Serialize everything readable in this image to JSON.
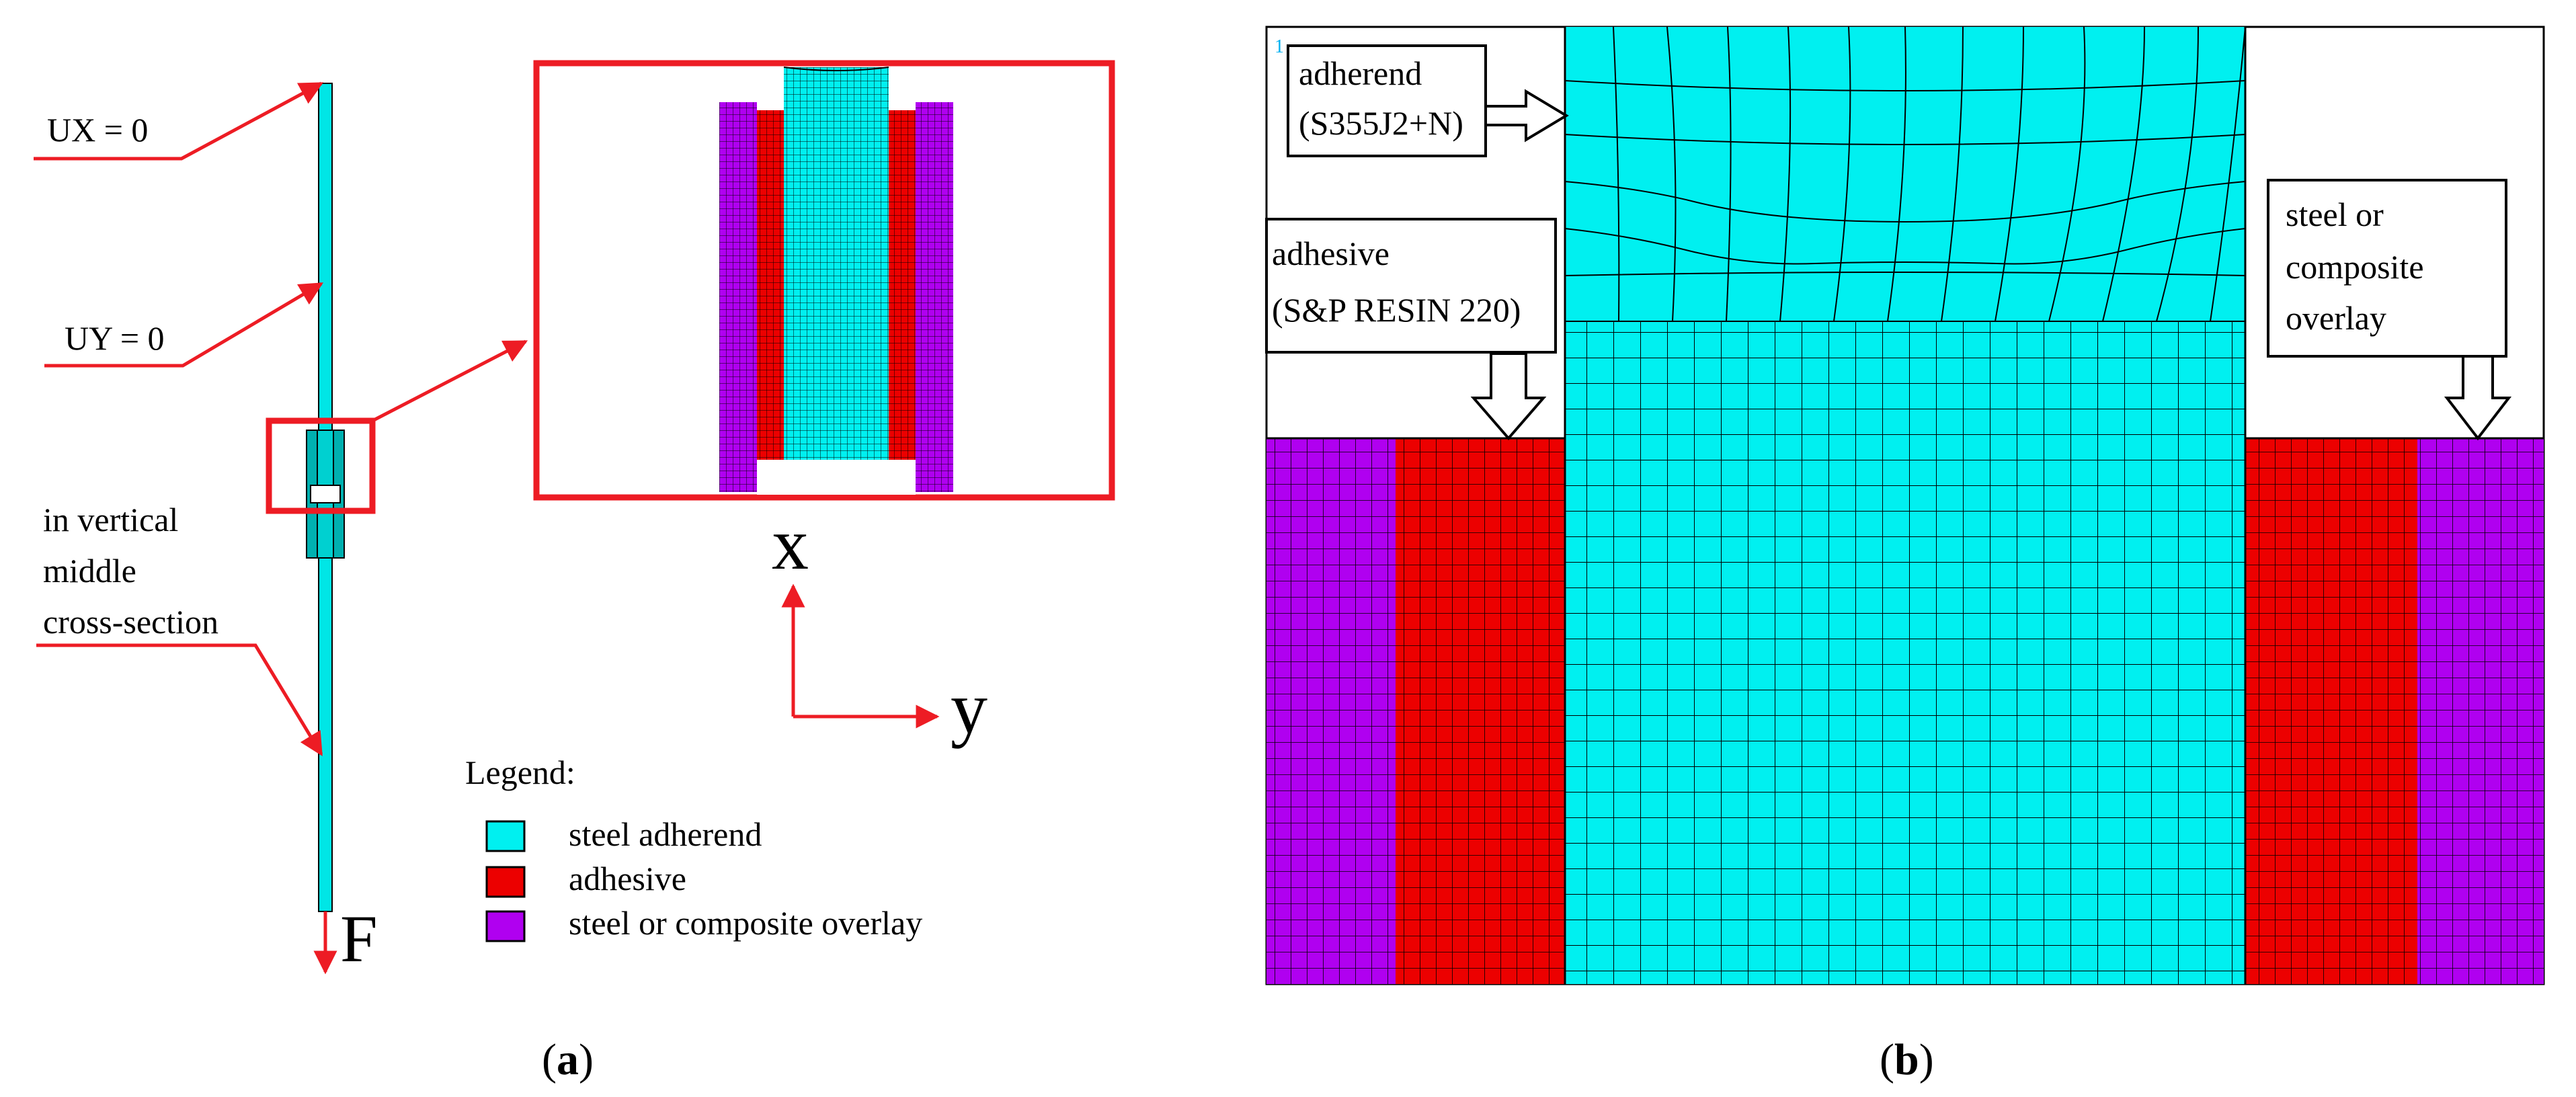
{
  "colors": {
    "adherend": "#00f0f0",
    "adhesive": "#ec0000",
    "overlay": "#b000f0",
    "annotation": "#ed1c24",
    "mesh": "#000000"
  },
  "panel_a": {
    "label_ux": "UX = 0",
    "label_uy": "UY = 0",
    "label_vertical_lines": [
      "in vertical",
      "middle",
      "cross-section"
    ],
    "force_label": "F",
    "axis_x": "x",
    "axis_y": "y",
    "legend_title": "Legend:",
    "legend_items": [
      {
        "label": "steel adherend",
        "color_key": "adherend"
      },
      {
        "label": "adhesive",
        "color_key": "adhesive"
      },
      {
        "label": "steel or composite overlay",
        "color_key": "overlay"
      }
    ],
    "caption": {
      "open": "(",
      "letter": "a",
      "close": ")"
    }
  },
  "panel_b": {
    "adherend_callout": [
      "adherend",
      "(S355J2+N)"
    ],
    "adhesive_callout": [
      "adhesive",
      "(S&P RESIN 220)"
    ],
    "overlay_callout": [
      "steel or",
      "composite",
      "overlay"
    ],
    "corner_mark": "1",
    "caption": {
      "open": "(",
      "letter": "b",
      "close": ")"
    }
  }
}
